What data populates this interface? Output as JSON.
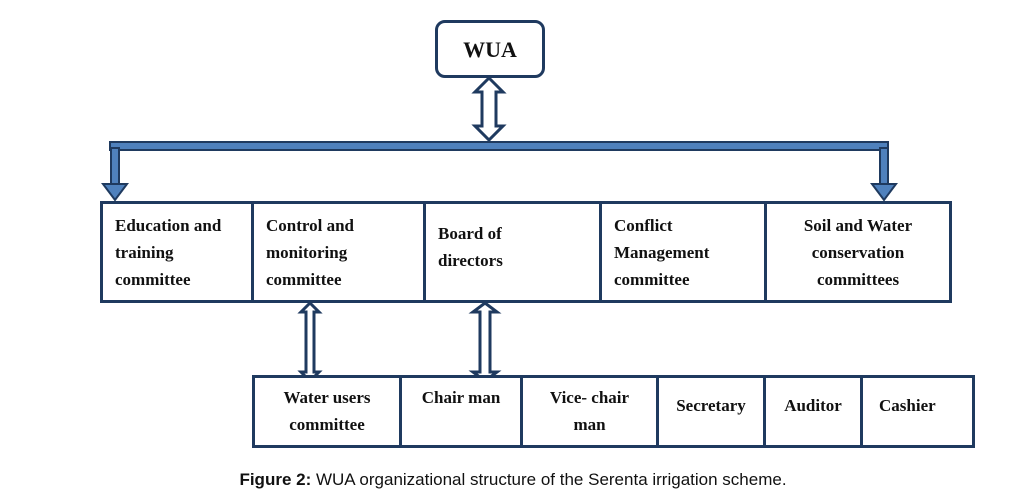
{
  "diagram": {
    "root": {
      "label": "WUA"
    },
    "committees": [
      {
        "label": "Education and training committee",
        "lines": [
          "Education and",
          "training",
          "committee"
        ]
      },
      {
        "label": "Control and monitoring committee",
        "lines": [
          "Control and",
          "monitoring",
          "committee"
        ]
      },
      {
        "label": "Board of directors",
        "lines": [
          "Board of",
          "directors"
        ]
      },
      {
        "label": "Conflict Management committee",
        "lines": [
          "Conflict",
          "Management",
          "committee"
        ]
      },
      {
        "label": "Soil and Water conservation committees",
        "lines": [
          "Soil and Water",
          "conservation",
          "committees"
        ]
      }
    ],
    "sub_units": [
      {
        "label": "Water users committee",
        "lines": [
          "Water users",
          "committee"
        ]
      },
      {
        "label": "Chair man",
        "lines": [
          "Chair man"
        ]
      },
      {
        "label": "Vice- chair man",
        "lines": [
          "Vice- chair",
          "man"
        ]
      },
      {
        "label": "Secretary",
        "lines": [
          "Secretary"
        ]
      },
      {
        "label": "Auditor",
        "lines": [
          "Auditor"
        ]
      },
      {
        "label": "Cashier",
        "lines": [
          "Cashier"
        ]
      }
    ],
    "connections": [
      {
        "from": "WUA",
        "to": "committees-bus",
        "type": "double-arrow"
      },
      {
        "from": "committees-bus",
        "to": "Education and training committee",
        "type": "arrow"
      },
      {
        "from": "committees-bus",
        "to": "Soil and Water conservation committees",
        "type": "arrow"
      },
      {
        "from": "Control and monitoring committee",
        "to": "Water users committee",
        "type": "double-arrow"
      },
      {
        "from": "Board of directors",
        "to": "Chair man",
        "type": "double-arrow"
      }
    ],
    "colors": {
      "border": "#1f3a5f",
      "bus_fill": "#4f81bd",
      "text": "#111111"
    }
  },
  "caption": {
    "prefix": "Figure 2:",
    "text": " WUA organizational structure of the Serenta irrigation scheme."
  }
}
